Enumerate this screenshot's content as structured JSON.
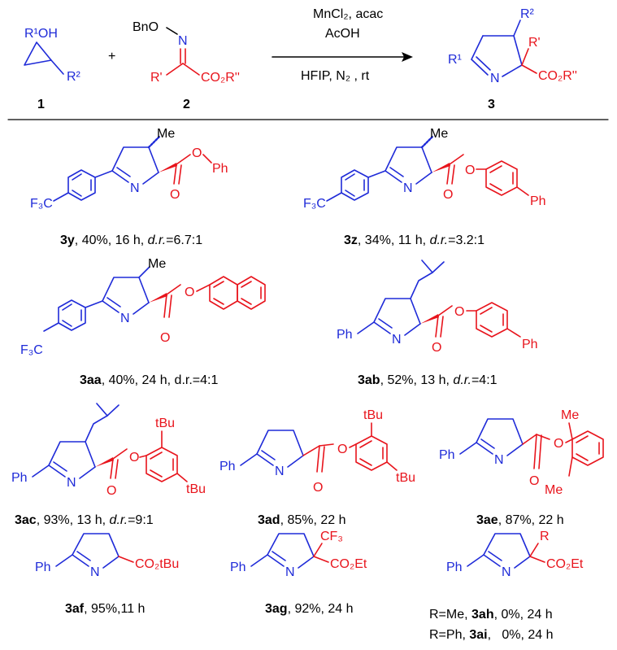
{
  "reaction": {
    "reactant1": {
      "label": "1",
      "oh": "R¹OH",
      "r2": "R²"
    },
    "reactant2": {
      "label": "2",
      "bno": "BnO",
      "n": "N",
      "rprime": "R'",
      "ester": "CO₂R''"
    },
    "plus": "+",
    "conditions": {
      "line1": "MnCl₂, acac",
      "line2": "AcOH",
      "line3": "HFIP, N₂ , rt"
    },
    "product": {
      "label": "3",
      "r1": "R¹",
      "r2": "R²",
      "rprime": "R'",
      "n": "N",
      "ester": "CO₂R''"
    }
  },
  "compounds": [
    {
      "id": "3y",
      "caption_id": "3y",
      "caption_rest": ", 40%, 16 h, ",
      "dr_label": "d.r.",
      "dr_value": "=6.7:1"
    },
    {
      "id": "3z",
      "caption_id": "3z",
      "caption_rest": ", 34%, 11 h, ",
      "dr_label": "d.r.",
      "dr_value": "=3.2:1"
    },
    {
      "id": "3aa",
      "caption_id": "3aa",
      "caption_rest": ", 40%, 24 h, d.r.=4:1",
      "dr_label": "",
      "dr_value": ""
    },
    {
      "id": "3ab",
      "caption_id": "3ab",
      "caption_rest": ", 52%, 13 h, ",
      "dr_label": "d.r.",
      "dr_value": "=4:1"
    },
    {
      "id": "3ac",
      "caption_id": "3ac",
      "caption_rest": ", 93%, 13 h, ",
      "dr_label": "d.r.",
      "dr_value": "=9:1"
    },
    {
      "id": "3ad",
      "caption_id": "3ad",
      "caption_rest": ", 85%, 22 h",
      "dr_label": "",
      "dr_value": ""
    },
    {
      "id": "3ae",
      "caption_id": "3ae",
      "caption_rest": ", 87%, 22 h",
      "dr_label": "",
      "dr_value": ""
    },
    {
      "id": "3af",
      "caption_id": "3af",
      "caption_rest": ", 95%,11 h",
      "dr_label": "",
      "dr_value": ""
    },
    {
      "id": "3ag",
      "caption_id": "3ag",
      "caption_rest": ", 92%, 24 h",
      "dr_label": "",
      "dr_value": ""
    }
  ],
  "extra_rows": [
    {
      "prefix": "R=Me, ",
      "id": "3ah",
      "rest": ", 0%, 24 h"
    },
    {
      "prefix": "R=Ph, ",
      "id": "3ai",
      "rest": ",   0%, 24 h"
    }
  ],
  "labels": {
    "me": "Me",
    "ph": "Ph",
    "cf3": "F₃C",
    "cf3_sub": "CF₃",
    "n": "N",
    "o": "O",
    "tbu": "tBu",
    "co2et": "CO₂Et",
    "co2tbu": "CO₂tBu",
    "r": "R"
  },
  "colors": {
    "blue": "#1f2bd8",
    "red": "#e8141c",
    "black": "#000000"
  }
}
